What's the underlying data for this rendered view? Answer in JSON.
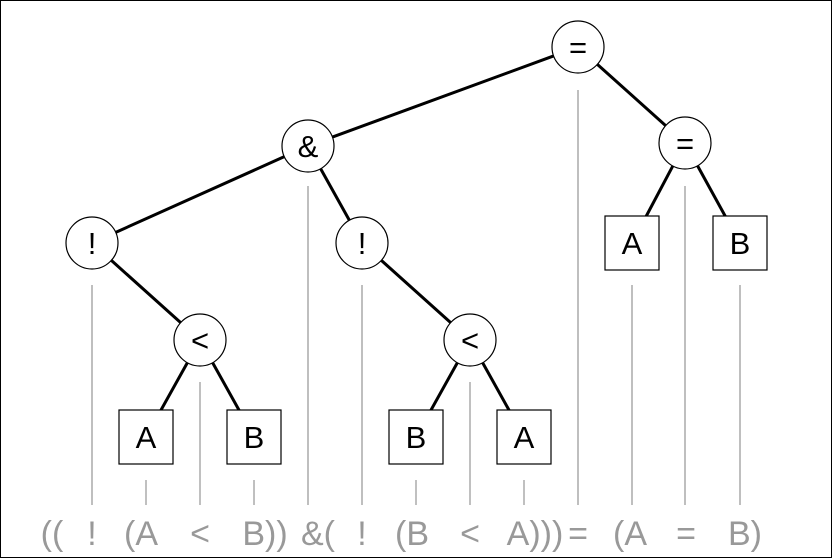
{
  "tree": {
    "edge_color": "#000000",
    "guide_color": "#aaaaaa",
    "text_color": "#000000",
    "expression_color": "#999999",
    "nodes": [
      {
        "id": "root",
        "label": "=",
        "shape": "circle",
        "parent": null
      },
      {
        "id": "and",
        "label": "&",
        "shape": "circle",
        "parent": "root"
      },
      {
        "id": "eq2",
        "label": "=",
        "shape": "circle",
        "parent": "root"
      },
      {
        "id": "not1",
        "label": "!",
        "shape": "circle",
        "parent": "and"
      },
      {
        "id": "not2",
        "label": "!",
        "shape": "circle",
        "parent": "and"
      },
      {
        "id": "lt1",
        "label": "<",
        "shape": "circle",
        "parent": "not1"
      },
      {
        "id": "lt2",
        "label": "<",
        "shape": "circle",
        "parent": "not2"
      },
      {
        "id": "a1",
        "label": "A",
        "shape": "box",
        "parent": "lt1"
      },
      {
        "id": "b1",
        "label": "B",
        "shape": "box",
        "parent": "lt1"
      },
      {
        "id": "b2",
        "label": "B",
        "shape": "box",
        "parent": "lt2"
      },
      {
        "id": "a2",
        "label": "A",
        "shape": "box",
        "parent": "lt2"
      },
      {
        "id": "a3",
        "label": "A",
        "shape": "box",
        "parent": "eq2"
      },
      {
        "id": "b3",
        "label": "B",
        "shape": "box",
        "parent": "eq2"
      }
    ]
  },
  "expression": {
    "tokens": [
      "((",
      "!",
      "(A",
      "<",
      "B))",
      "&(",
      "!",
      "(B",
      "<",
      "A)))",
      "=",
      "(A",
      "=",
      "B)"
    ]
  }
}
